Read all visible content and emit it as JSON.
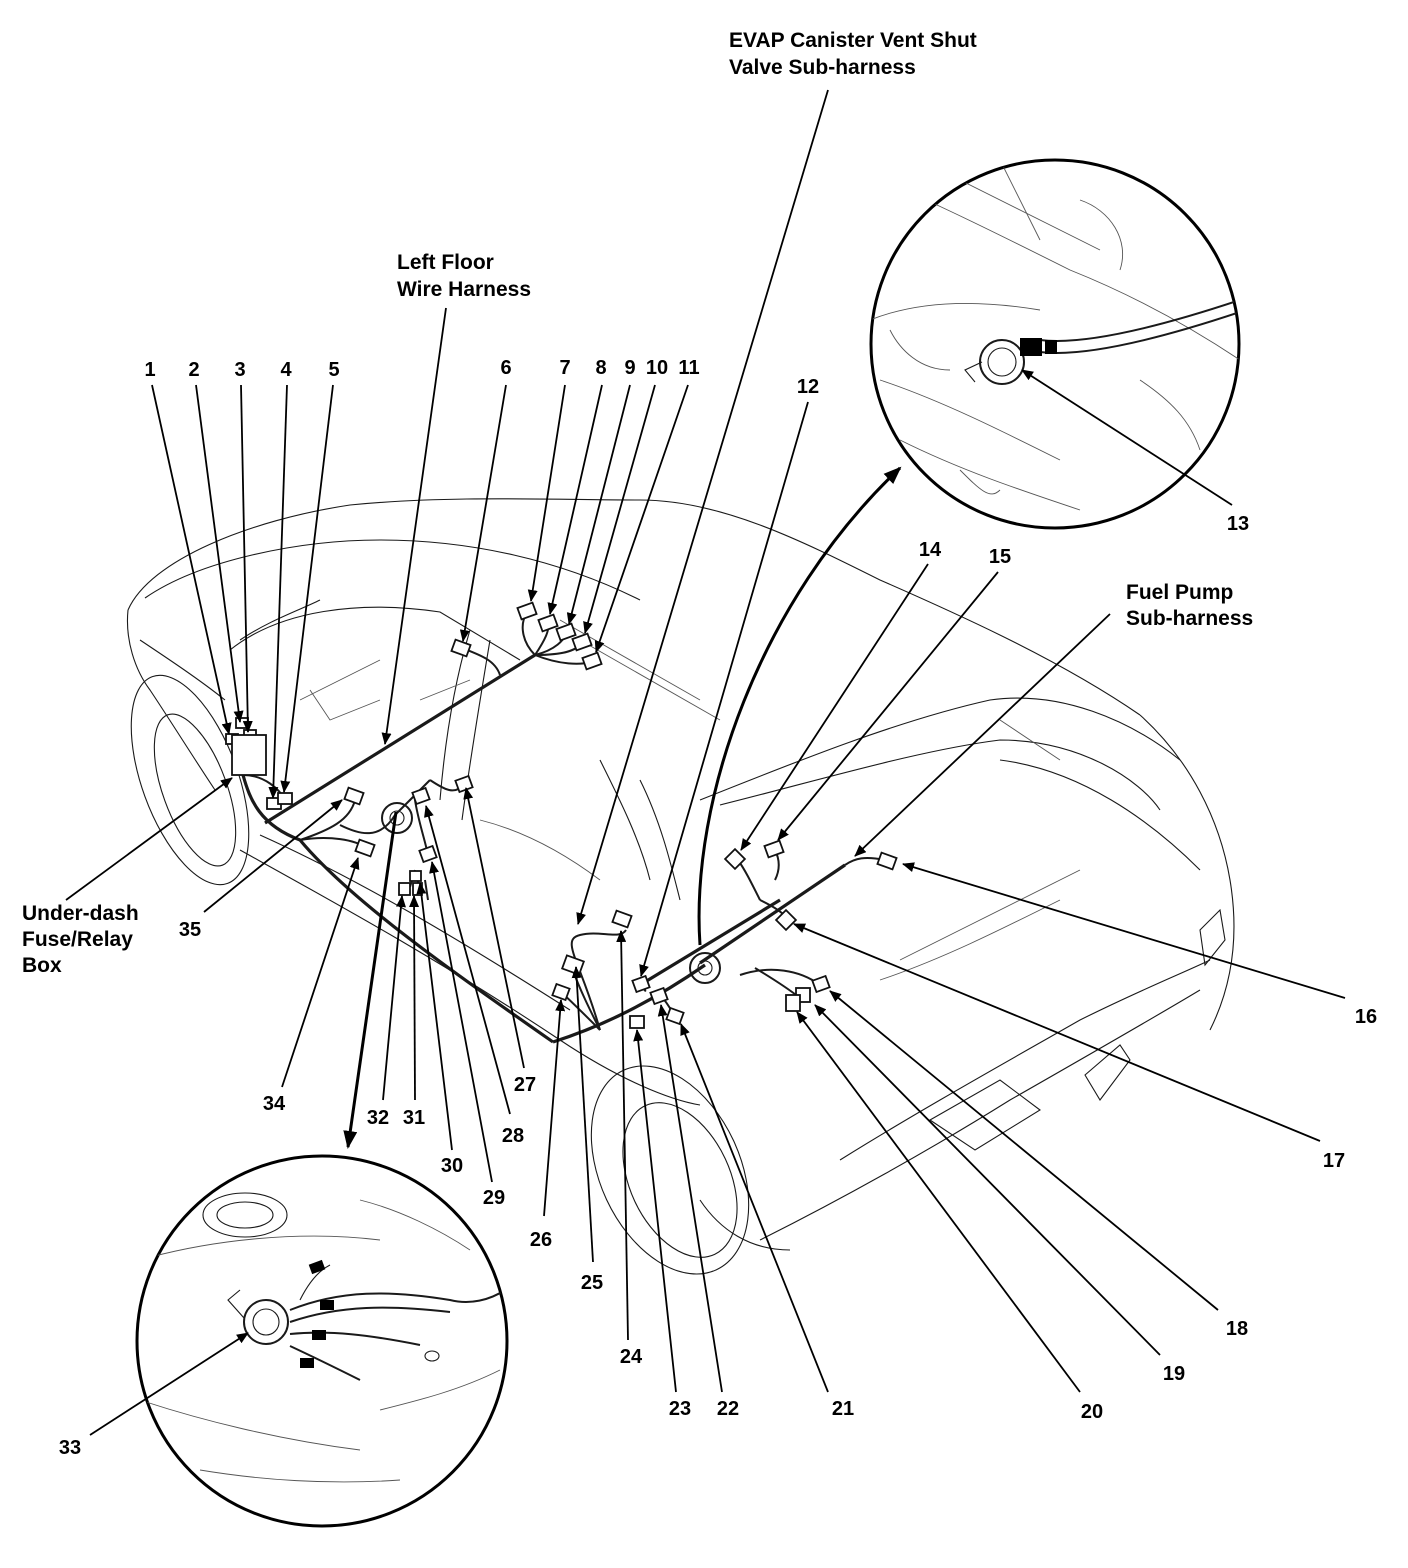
{
  "labels": {
    "evap_line1": "EVAP Canister Vent Shut",
    "evap_line2": "Valve Sub-harness",
    "left_floor_line1": "Left Floor",
    "left_floor_line2": "Wire Harness",
    "fuel_pump_line1": "Fuel Pump",
    "fuel_pump_line2": "Sub-harness",
    "underdash_line1": "Under-dash",
    "underdash_line2": "Fuse/Relay",
    "underdash_line3": "Box"
  },
  "callouts": [
    "1",
    "2",
    "3",
    "4",
    "5",
    "6",
    "7",
    "8",
    "9",
    "10",
    "11",
    "12",
    "13",
    "14",
    "15",
    "16",
    "17",
    "18",
    "19",
    "20",
    "21",
    "22",
    "23",
    "24",
    "25",
    "26",
    "27",
    "28",
    "29",
    "30",
    "31",
    "32",
    "33",
    "34",
    "35"
  ]
}
